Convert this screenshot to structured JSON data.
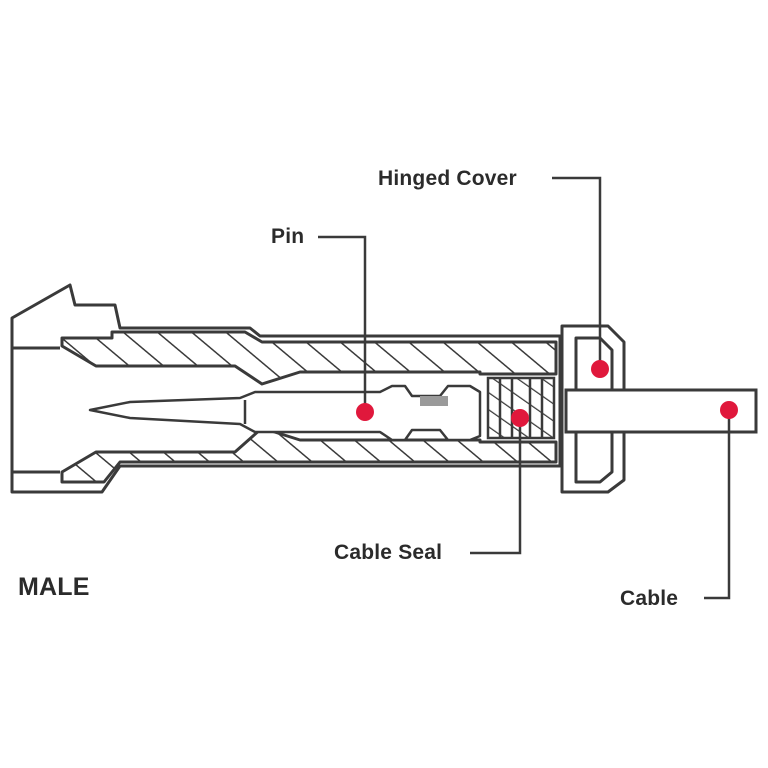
{
  "labels": {
    "hinged_cover": "Hinged Cover",
    "pin": "Pin",
    "cable_seal": "Cable Seal",
    "cable": "Cable",
    "male": "MALE"
  },
  "colors": {
    "outline": "#3a3a3a",
    "hatch": "#3a3a3a",
    "marker": "#e0183c",
    "background": "#ffffff"
  }
}
